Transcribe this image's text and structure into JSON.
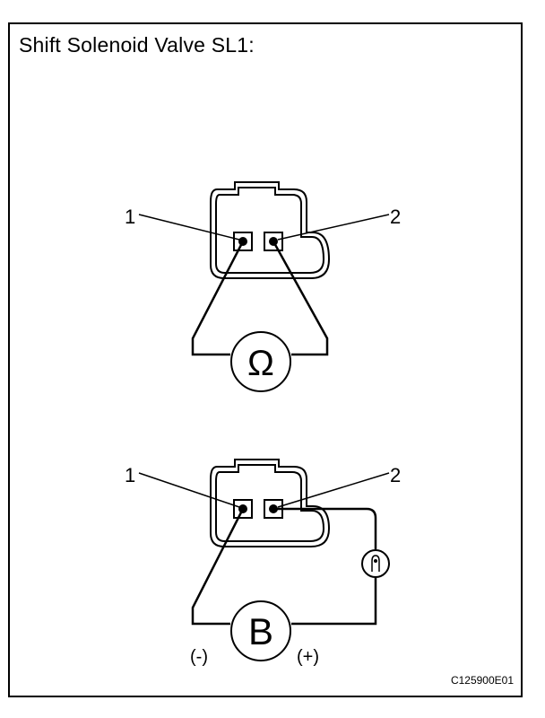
{
  "title": "Shift Solenoid Valve SL1:",
  "diagram_code": "C125900E01",
  "resistance_test": {
    "terminal_1_label": "1",
    "terminal_2_label": "2",
    "meter_symbol": "Ω"
  },
  "battery_test": {
    "terminal_1_label": "1",
    "terminal_2_label": "2",
    "battery_symbol": "B",
    "negative_label": "(-)",
    "positive_label": "(+)"
  }
}
